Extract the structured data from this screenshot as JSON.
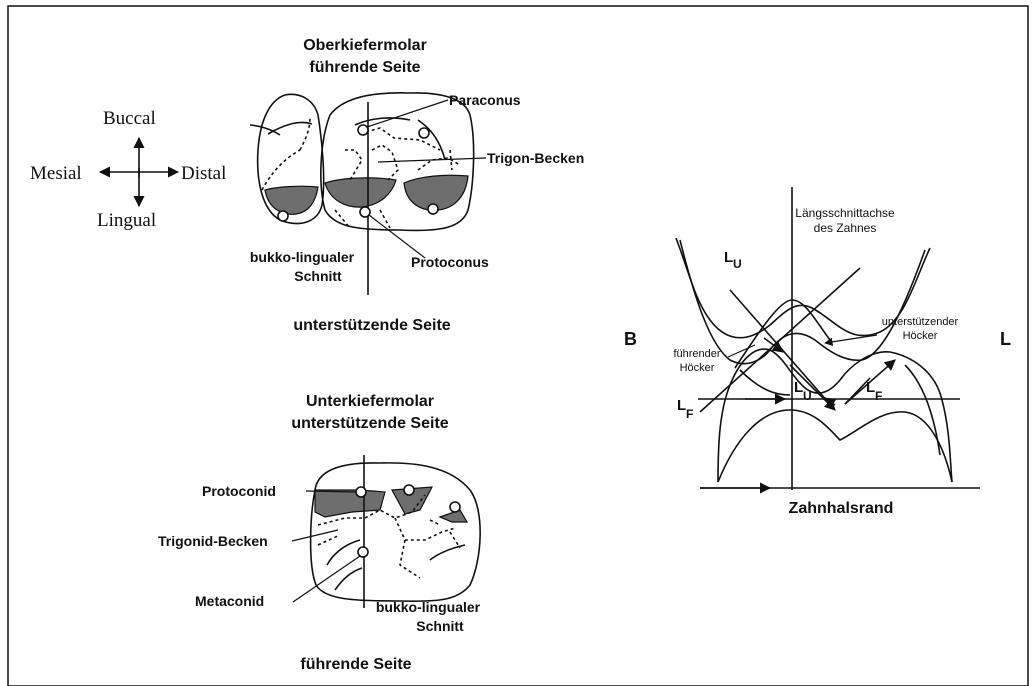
{
  "compass": {
    "buccal": "Buccal",
    "mesial": "Mesial",
    "distal": "Distal",
    "lingual": "Lingual"
  },
  "upper_molar": {
    "title_line1": "Oberkiefermolar",
    "title_line2": "führende Seite",
    "paraconus": "Paraconus",
    "trigon_becken": "Trigon-Becken",
    "protoconus": "Protoconus",
    "cut_line1": "bukko-lingualer",
    "cut_line2": "Schnitt",
    "bottom_label": "unterstützende Seite"
  },
  "lower_molar": {
    "title_line1": "Unterkiefermolar",
    "title_line2": "unterstützende Seite",
    "protoconid": "Protoconid",
    "trigonid_becken": "Trigonid-Becken",
    "metaconid": "Metaconid",
    "cut_line1": "bukko-lingualer",
    "cut_line2": "Schnitt",
    "bottom_label": "führende Seite"
  },
  "cross_section": {
    "axis_line1": "Längsschnittachse",
    "axis_line2": "des Zahnes",
    "side_b": "B",
    "side_l": "L",
    "leading_cusp_line1": "führender",
    "leading_cusp_line2": "Höcker",
    "supporting_cusp_line1": "unterstützender",
    "supporting_cusp_line2": "Höcker",
    "l_upper_main": "L",
    "l_upper_sub": "U",
    "l_f_main": "L",
    "l_f_sub": "F",
    "l_u2_main": "L",
    "l_u2_sub": "U",
    "l_f2_main": "L",
    "l_f2_sub": "F",
    "cervical_margin": "Zahnhalsrand"
  }
}
